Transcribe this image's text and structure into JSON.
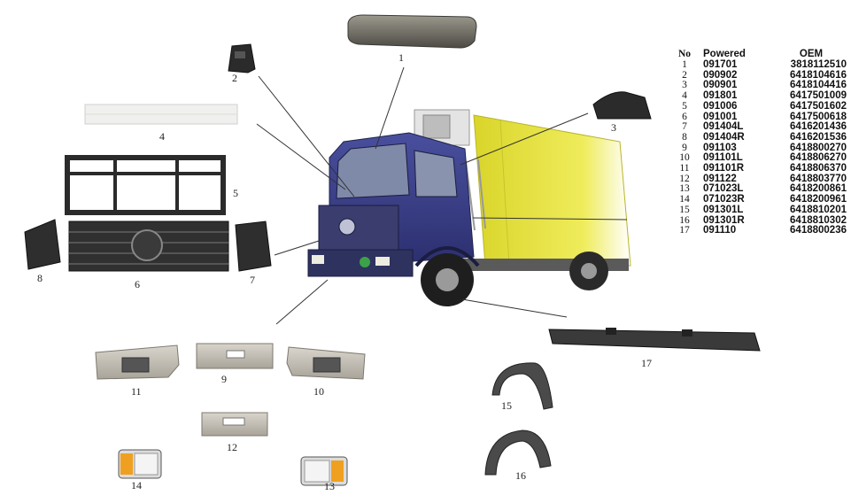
{
  "table": {
    "headers": {
      "no": "No",
      "powered": "Powered",
      "oem": "OEM"
    },
    "rows": [
      {
        "no": "1",
        "powered": "091701",
        "oem": "3818112510"
      },
      {
        "no": "2",
        "powered": "090902",
        "oem": "6418104616"
      },
      {
        "no": "3",
        "powered": "090901",
        "oem": "6418104416"
      },
      {
        "no": "4",
        "powered": "091801",
        "oem": "6417501009"
      },
      {
        "no": "5",
        "powered": "091006",
        "oem": "6417501602"
      },
      {
        "no": "6",
        "powered": "091001",
        "oem": "6417500618"
      },
      {
        "no": "7",
        "powered": "091404L",
        "oem": "6416201436"
      },
      {
        "no": "8",
        "powered": "091404R",
        "oem": "6416201536"
      },
      {
        "no": "9",
        "powered": "091103",
        "oem": "6418800270"
      },
      {
        "no": "10",
        "powered": "091101L",
        "oem": "6418806270"
      },
      {
        "no": "11",
        "powered": "091101R",
        "oem": "6418806370"
      },
      {
        "no": "12",
        "powered": "091122",
        "oem": "6418803770"
      },
      {
        "no": "13",
        "powered": "071023L",
        "oem": "6418200861"
      },
      {
        "no": "14",
        "powered": "071023R",
        "oem": "6418200961"
      },
      {
        "no": "15",
        "powered": "091301L",
        "oem": "6418810201"
      },
      {
        "no": "16",
        "powered": "091301R",
        "oem": "6418810302"
      },
      {
        "no": "17",
        "powered": "091110",
        "oem": "6418800236"
      }
    ]
  },
  "callouts": [
    "1",
    "2",
    "3",
    "4",
    "5",
    "6",
    "7",
    "8",
    "9",
    "10",
    "11",
    "12",
    "13",
    "14",
    "15",
    "16",
    "17"
  ],
  "colors": {
    "cab_blue": "#3a3f8c",
    "cargo_yellow": "#e6e23a",
    "part_gray": "#c9c4bb",
    "part_black": "#2a2a2a"
  },
  "icons": {
    "truck": "truck-illustration",
    "part": "part-illustration"
  }
}
